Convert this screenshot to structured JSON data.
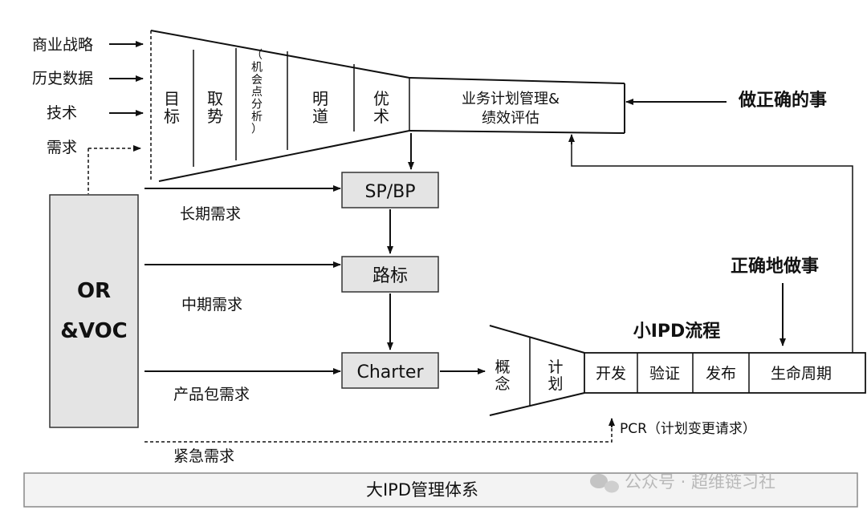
{
  "inputs": [
    "商业战略",
    "历史数据",
    "技术",
    "需求"
  ],
  "strategy_funnel": {
    "stages": [
      "目标",
      "取势",
      "（机会点分析）",
      "明道",
      "优术"
    ],
    "tail_label": "业务计划管理&\n绩效评估"
  },
  "right_labels": {
    "do_right_thing": "做正确的事",
    "do_thing_right": "正确地做事"
  },
  "or_voc": {
    "line1": "OR",
    "line2": "&VOC"
  },
  "demands": {
    "long": "长期需求",
    "mid": "中期需求",
    "product": "产品包需求",
    "urgent": "紧急需求"
  },
  "process_boxes": [
    "SP/BP",
    "路标",
    "Charter"
  ],
  "small_ipd": {
    "title": "小IPD流程",
    "funnel_stages": [
      "概念",
      "计划"
    ],
    "stages": [
      "开发",
      "验证",
      "发布",
      "生命周期"
    ],
    "pcr": "PCR（计划变更请求）"
  },
  "bottom_bar": "大IPD管理体系",
  "watermark": "公众号 · 超维链习社"
}
